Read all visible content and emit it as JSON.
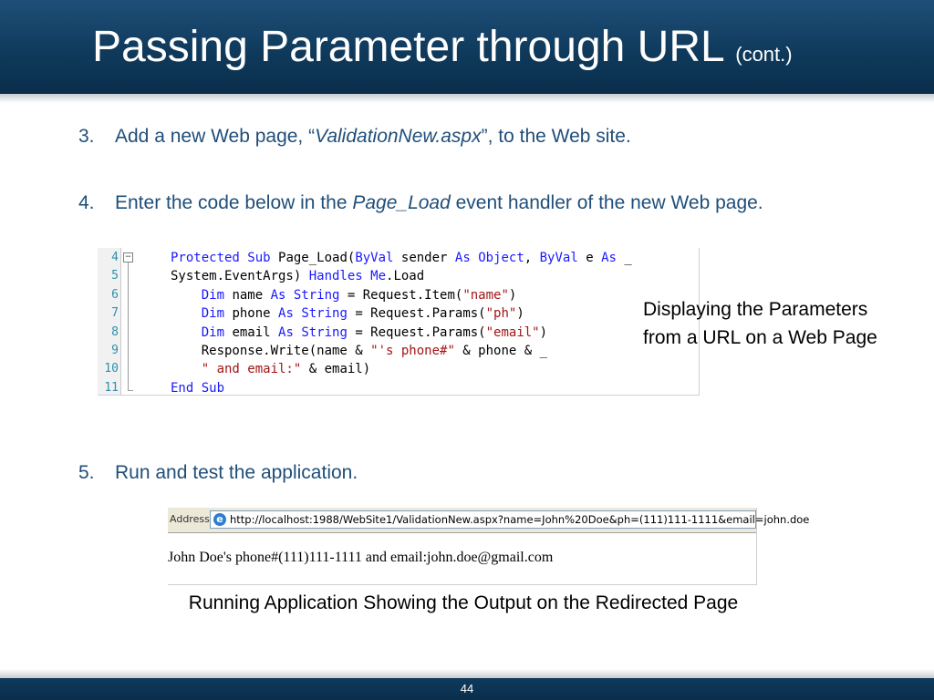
{
  "slide": {
    "title": "Passing Parameter through URL",
    "title_suffix": "(cont.)",
    "page_number": "44"
  },
  "steps": [
    {
      "number": "3.",
      "text_before": "Add a new Web page, “",
      "italic": "ValidationNew.aspx",
      "text_after": "”, to the Web site."
    },
    {
      "number": "4.",
      "text_before": "Enter the code below in the ",
      "italic": "Page_Load",
      "text_after": " event handler of the new Web page."
    },
    {
      "number": "5.",
      "text": "Run and test the application."
    }
  ],
  "code": {
    "line_numbers": [
      "4",
      "5",
      "6",
      "7",
      "8",
      "9",
      "10",
      "11"
    ],
    "lines": [
      [
        [
          "kw",
          "Protected Sub "
        ],
        [
          "t",
          "Page_Load("
        ],
        [
          "kw",
          "ByVal"
        ],
        [
          "t",
          " sender "
        ],
        [
          "kw",
          "As Object"
        ],
        [
          "t",
          ", "
        ],
        [
          "kw",
          "ByVal"
        ],
        [
          "t",
          " e "
        ],
        [
          "kw",
          "As"
        ],
        [
          "t",
          " _"
        ]
      ],
      [
        [
          "t",
          "System.EventArgs) "
        ],
        [
          "kw",
          "Handles Me"
        ],
        [
          "t",
          ".Load"
        ]
      ],
      [
        [
          "t",
          "    "
        ],
        [
          "kw",
          "Dim"
        ],
        [
          "t",
          " name "
        ],
        [
          "kw",
          "As String"
        ],
        [
          "t",
          " = Request.Item("
        ],
        [
          "str",
          "\"name\""
        ],
        [
          "t",
          ")"
        ]
      ],
      [
        [
          "t",
          "    "
        ],
        [
          "kw",
          "Dim"
        ],
        [
          "t",
          " phone "
        ],
        [
          "kw",
          "As String"
        ],
        [
          "t",
          " = Request.Params("
        ],
        [
          "str",
          "\"ph\""
        ],
        [
          "t",
          ")"
        ]
      ],
      [
        [
          "t",
          "    "
        ],
        [
          "kw",
          "Dim"
        ],
        [
          "t",
          " email "
        ],
        [
          "kw",
          "As String"
        ],
        [
          "t",
          " = Request.Params("
        ],
        [
          "str",
          "\"email\""
        ],
        [
          "t",
          ")"
        ]
      ],
      [
        [
          "t",
          "    Response.Write(name & "
        ],
        [
          "str",
          "\"'s phone#\""
        ],
        [
          "t",
          " & phone & _"
        ]
      ],
      [
        [
          "t",
          "    "
        ],
        [
          "str",
          "\" and email:\""
        ],
        [
          "t",
          " & email)"
        ]
      ],
      [
        [
          "kw",
          "End Sub"
        ]
      ]
    ],
    "caption": "Displaying the Parameters from a URL on a Web Page"
  },
  "browser": {
    "address_label": "Address",
    "url": "http://localhost:1988/WebSite1/ValidationNew.aspx?name=John%20Doe&ph=(111)111-1111&email=john.doe",
    "output": "John Doe's phone#(111)111-1111 and email:john.doe@gmail.com",
    "caption": "Running Application Showing the Output on the Redirected Page"
  },
  "colors": {
    "header": "#0f3a5c",
    "step_text": "#1f4e79",
    "code_keyword": "#1a1aff",
    "code_string": "#a31515",
    "line_number": "#2b91af"
  }
}
